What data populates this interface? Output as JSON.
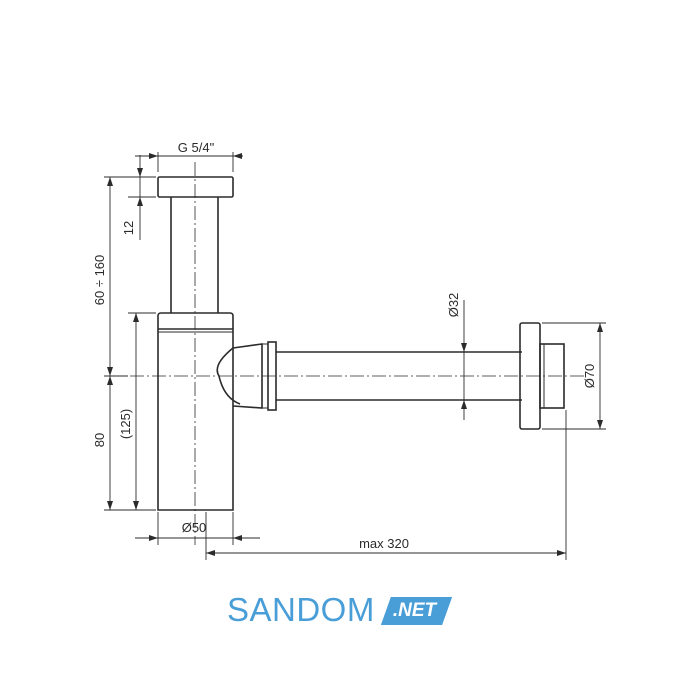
{
  "dimensions": {
    "thread": "G 5/4\"",
    "cap_height": "12",
    "adjust_range": "60 ÷ 160",
    "body_height": "(125)",
    "lower_height": "80",
    "pipe_diameter": "Ø32",
    "flange_diameter": "Ø70",
    "body_diameter": "Ø50",
    "max_length": "max 320"
  },
  "brand": {
    "name": "SANDOM",
    "tag": ".NET",
    "color": "#4a9ed8"
  }
}
